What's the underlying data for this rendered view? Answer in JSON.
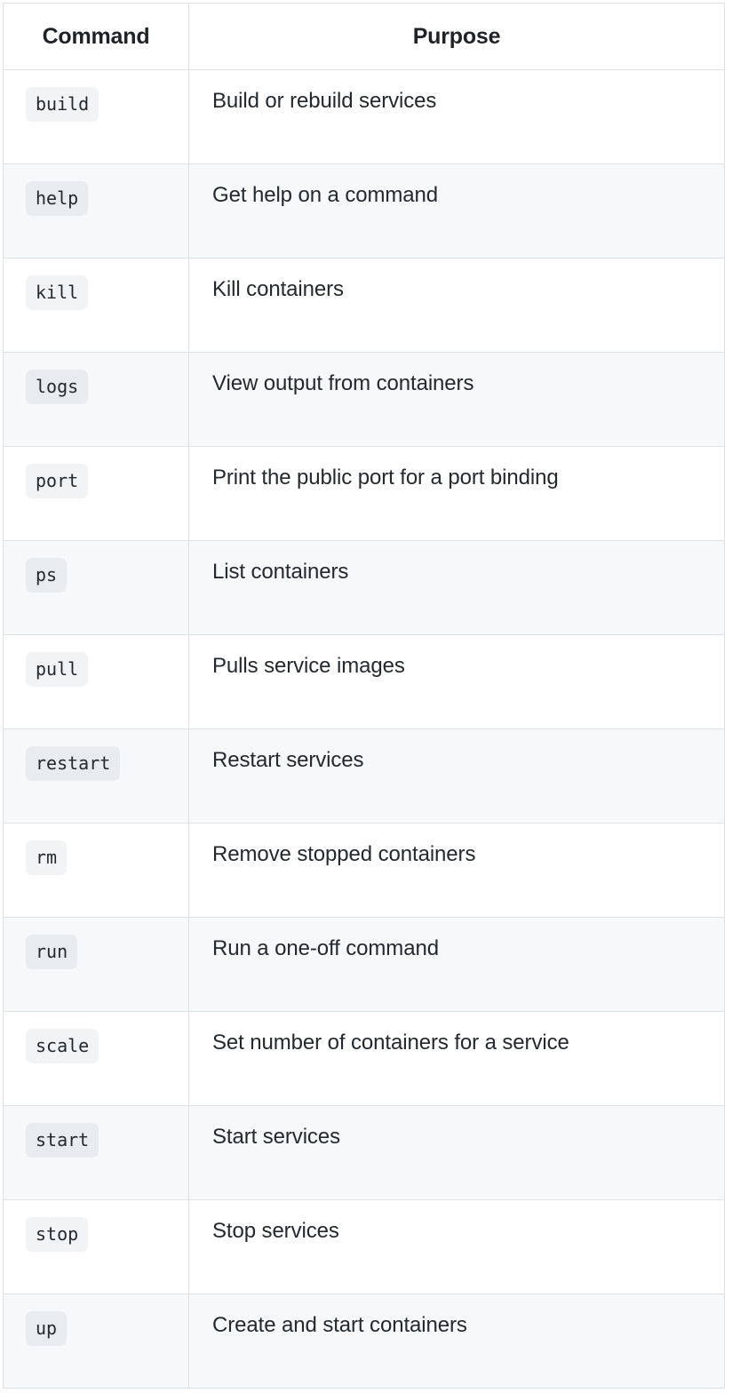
{
  "table": {
    "columns": [
      {
        "key": "command",
        "label": "Command",
        "align": "center"
      },
      {
        "key": "purpose",
        "label": "Purpose",
        "align": "center"
      }
    ],
    "rows": [
      {
        "command": "build",
        "purpose": "Build or rebuild services"
      },
      {
        "command": "help",
        "purpose": "Get help on a command"
      },
      {
        "command": "kill",
        "purpose": "Kill containers"
      },
      {
        "command": "logs",
        "purpose": "View output from containers"
      },
      {
        "command": "port",
        "purpose": "Print the public port for a port binding"
      },
      {
        "command": "ps",
        "purpose": "List containers"
      },
      {
        "command": "pull",
        "purpose": "Pulls service images"
      },
      {
        "command": "restart",
        "purpose": "Restart services"
      },
      {
        "command": "rm",
        "purpose": "Remove stopped containers"
      },
      {
        "command": "run",
        "purpose": "Run a one-off command"
      },
      {
        "command": "scale",
        "purpose": "Set number of containers for a service"
      },
      {
        "command": "start",
        "purpose": "Start services"
      },
      {
        "command": "stop",
        "purpose": "Stop services"
      },
      {
        "command": "up",
        "purpose": "Create and start containers"
      }
    ]
  },
  "colors": {
    "border": "#dfe2e5",
    "row_stripe": "#f6f8fa",
    "row_base": "#ffffff",
    "chip_on_white": "#f1f3f5",
    "chip_on_stripe": "#e8ecef",
    "text": "#24292f",
    "header_text": "#1f2328"
  }
}
